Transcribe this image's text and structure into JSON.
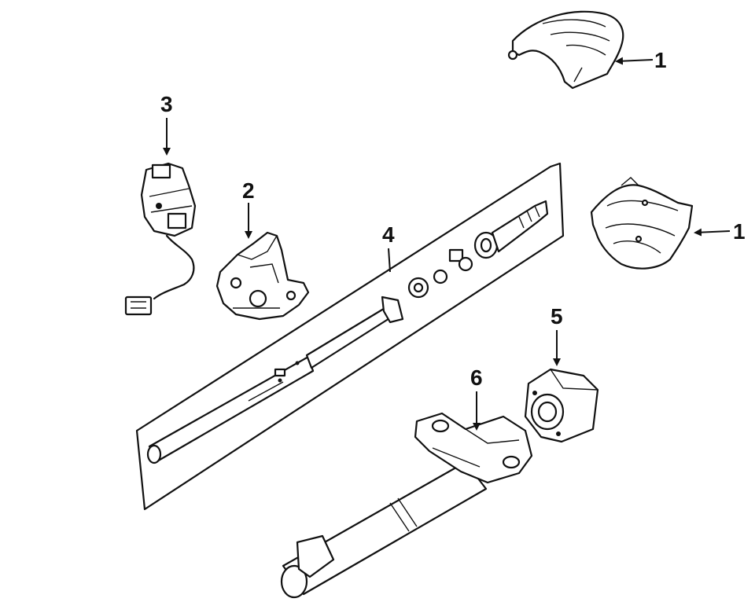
{
  "callouts": [
    {
      "id": "c1a",
      "label": "1"
    },
    {
      "id": "c1b",
      "label": "1"
    },
    {
      "id": "c2",
      "label": "2"
    },
    {
      "id": "c3",
      "label": "3"
    },
    {
      "id": "c4",
      "label": "4"
    },
    {
      "id": "c5",
      "label": "5"
    },
    {
      "id": "c6",
      "label": "6"
    }
  ]
}
